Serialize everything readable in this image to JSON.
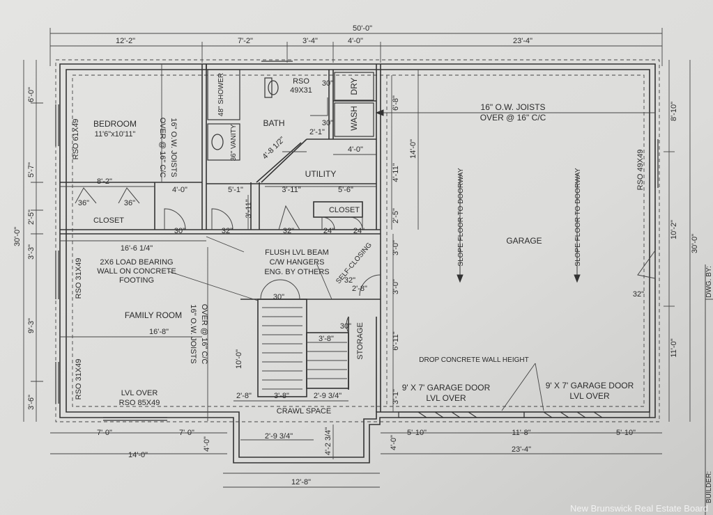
{
  "overall": {
    "width": "50'-0\"",
    "top_segments": [
      "12'-2\"",
      "7'-2\"",
      "3'-4\"",
      "4'-0\"",
      "23'-4\""
    ],
    "left_total": "30'-0\"",
    "left_segments": [
      "6'-0\"",
      "5'-7\"",
      "2'-5\"",
      "3'-3\"",
      "9'-3\"",
      "3'-6\""
    ],
    "right_segments": [
      "8'-10\"",
      "10'-2\"",
      "11'-0\""
    ],
    "right_total": "30'-0\""
  },
  "rooms": {
    "bedroom": {
      "name": "BEDROOM",
      "size": "11'6\"x10'11\"",
      "window": "RSO 61X49",
      "width_dim": "8'-2\"",
      "joists": "16\" O.W. JOISTS",
      "joists2": "OVER @ 16\" C/C"
    },
    "bath": {
      "name": "BATH",
      "shower": "48\" SHOWER",
      "vanity": "36\" VANITY",
      "window": "RSO",
      "window_size": "49X31",
      "dims": [
        "2'-1\"",
        "4'-8 1/2\"",
        "4'-0\""
      ]
    },
    "laundry": {
      "dryer": "DRY",
      "washer": "WASH",
      "door1": "30\"",
      "door2": "30\""
    },
    "utility": {
      "name": "UTILITY",
      "dims": [
        "4'-0\"",
        "5'-1\"",
        "3'-11\"",
        "5'-6\"",
        "3'-11\""
      ]
    },
    "closets": {
      "bedroom_closet": "CLOSET",
      "closet2": "CLOSET",
      "doors": [
        "36\"",
        "36\""
      ]
    },
    "doors": [
      "30\"",
      "32\"",
      "32\"",
      "24\"",
      "24\"",
      "32\"",
      "30\"",
      "30\"",
      "32\""
    ],
    "family_room": {
      "name": "FAMILY ROOM",
      "width_top": "16'-6 1/4\"",
      "width_mid": "16'-8\"",
      "window1": "RSO 31X49",
      "window2": "RSO 31X49",
      "lvl": "LVL OVER",
      "rso": "RSO 85X49",
      "joists": "16\" O.W. JOISTS",
      "joists2": "OVER @ 16\" C/C"
    },
    "load_bearing": {
      "line1": "2X6 LOAD BEARING",
      "line2": "WALL ON CONCRETE",
      "line3": "FOOTING"
    },
    "beam": {
      "line1": "FLUSH LVL BEAM",
      "line2": "C/W HANGERS",
      "line3": "ENG. BY OTHERS"
    },
    "self_closing": "SELF-CLOSING",
    "stairs": {
      "dims": [
        "10'-0\"",
        "3'-8\"",
        "3'-8\"",
        "2'-8\"",
        "2'-9 3/4\"",
        "2'-8\""
      ],
      "storage": "STORAGE"
    },
    "crawl": {
      "name": "CRAWL SPACE",
      "dims": [
        "2'-9 3/4\"",
        "4'-2 3/4\"",
        "12'-8\"",
        "4'-0\"",
        "4'-0\""
      ]
    },
    "garage": {
      "name": "GARAGE",
      "joists1": "16\" O.W. JOISTS",
      "joists2": "OVER @ 16\" C/C",
      "slope1": "SLOPE FLOOR TO DOORWAY",
      "slope2": "SLOPE FLOOR TO DOORWAY",
      "window": "RSO 49X49",
      "door": "32\"",
      "drop": "DROP CONCRETE WALL HEIGHT",
      "door1a": "9' X 7' GARAGE DOOR",
      "door1b": "LVL OVER",
      "door2a": "9' X 7' GARAGE DOOR",
      "door2b": "LVL OVER",
      "left_dims": [
        "6'-8\"",
        "14'-0\"",
        "4'-11\"",
        "2'-5\"",
        "3'-0\"",
        "3'-0\"",
        "6'-11\"",
        "3'-1\""
      ]
    },
    "bottom": {
      "dims": [
        "7'-0\"",
        "7'-0\"",
        "14'-0\"",
        "5'-10\"",
        "11'-8\"",
        "5'-10\"",
        "23'-4\""
      ]
    }
  },
  "title_block": {
    "dwg_by": "DWG. BY:",
    "builder": "BUILDER:"
  },
  "watermark": "New Brunswick Real Estate Board"
}
